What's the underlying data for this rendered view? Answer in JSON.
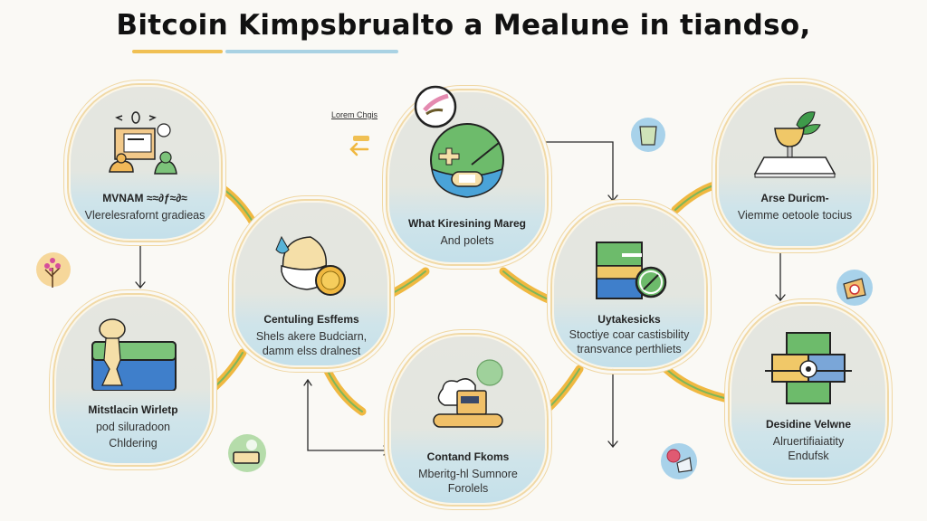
{
  "title": "Bitcoin Kimpsbrualto a Mealune in tiandso,",
  "colors": {
    "background": "#faf9f5",
    "ribbon_orange": "#f0b840",
    "ribbon_green": "#7db65a",
    "node_border": "#f0d7a3",
    "node_top": "#e5e6e0",
    "node_bottom": "#c4e0ea",
    "underline_yellow": "#f0c053",
    "underline_blue": "#a9d2e3"
  },
  "side_note": {
    "label": "Lorem Chgis",
    "icon": "arrow-left-icon"
  },
  "nodes": [
    {
      "id": "top-left",
      "icon": "computer-workstation-icon",
      "heading": "MVNAM ≈≈∂ƒ≈∂≈",
      "lines": [
        "Vlerelesrafornt gradieas"
      ]
    },
    {
      "id": "bottom-left",
      "icon": "card-chess-piece-icon",
      "heading": "Mitstlacin Wirletp",
      "lines": [
        "pod siluradoon",
        "Chldering"
      ]
    },
    {
      "id": "center-left",
      "icon": "wallet-coin-icon",
      "heading": "Centuling Esffems",
      "lines": [
        "Shels akere Budciarn,",
        "damm elss dralnest"
      ]
    },
    {
      "id": "center-top",
      "icon": "globe-game-icon",
      "heading": "What Kiresining Mareg",
      "lines": [
        "And polets"
      ]
    },
    {
      "id": "center-bottom",
      "icon": "cloud-tree-laptop-icon",
      "heading": "Contand Fkoms",
      "lines": [
        "Mberitg-hl Sumnore",
        "Forolels"
      ]
    },
    {
      "id": "center-right",
      "icon": "layers-block-icon",
      "heading": "Uytakesicks",
      "lines": [
        "Stoctiye coar castisbility",
        "transvance perthliets"
      ]
    },
    {
      "id": "top-right",
      "icon": "trophy-book-icon",
      "heading": "Arse Duricm-",
      "lines": [
        "Viemme oetoole tocius"
      ]
    },
    {
      "id": "bottom-right",
      "icon": "puzzle-map-icon",
      "heading": "Desidine Velwne",
      "lines": [
        "Alruertifiaiatity",
        "Endufsk"
      ]
    }
  ],
  "decorations": [
    {
      "id": "flower",
      "icon": "flower-icon"
    },
    {
      "id": "hand",
      "icon": "hand-icon"
    },
    {
      "id": "cup",
      "icon": "cup-icon"
    },
    {
      "id": "mascot",
      "icon": "mascot-icon"
    },
    {
      "id": "battery",
      "icon": "battery-icon"
    },
    {
      "id": "pink-flower",
      "icon": "pink-flower-icon"
    }
  ]
}
